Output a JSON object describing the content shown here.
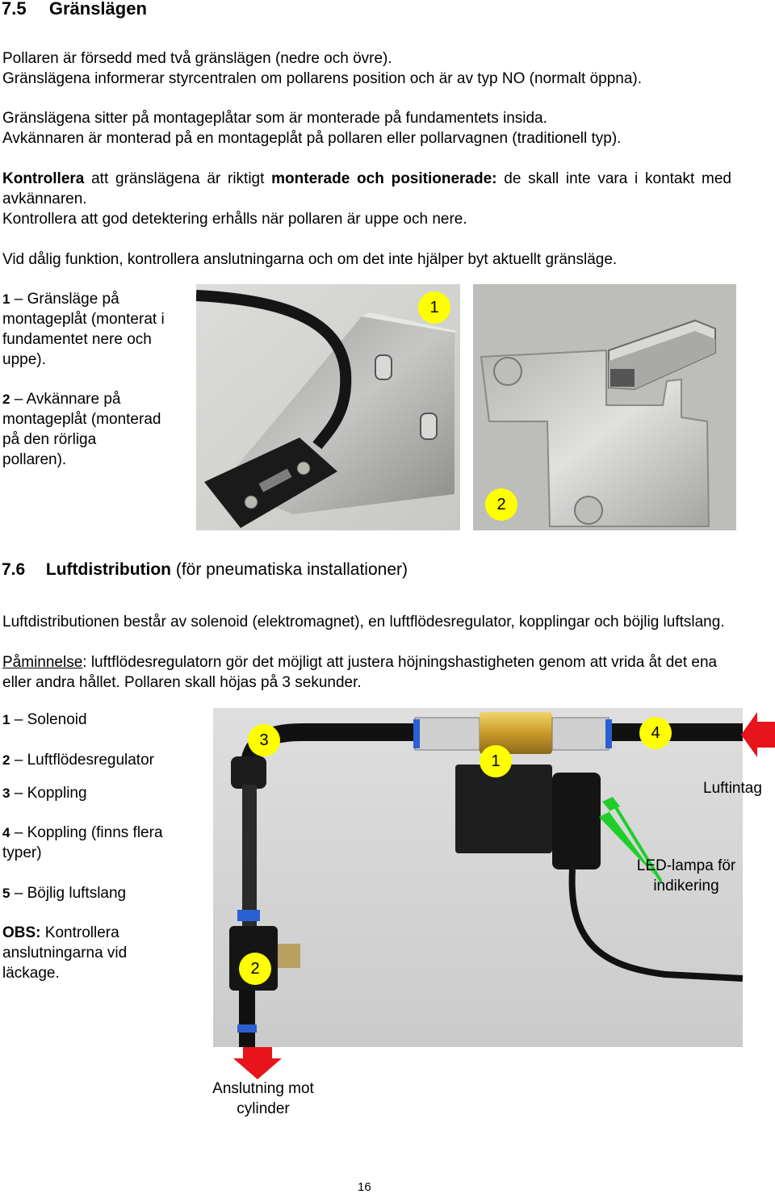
{
  "section75": {
    "number": "7.5",
    "title": "Gränslägen",
    "p1_line1": "Pollaren är försedd med två gränslägen (nedre och övre).",
    "p1_line2": "Gränslägena informerar styrcentralen om pollarens position och är av typ NO (normalt öppna).",
    "p2_line1": "Gränslägena sitter på montageplåtar som är monterade på fundamentets insida.",
    "p2_line2": "Avkännaren är monterad på en montageplåt på pollaren eller pollarvagnen (traditionell typ).",
    "p3_b1": "Kontrollera",
    "p3_t1": " att gränslägena är riktigt ",
    "p3_b2": "monterade och positionerade:",
    "p3_t2": " de skall inte vara i kontakt med avkännaren.",
    "p3_line3": "Kontrollera att god detektering erhålls när pollaren är uppe och nere.",
    "p4": "Vid dålig funktion, kontrollera anslutningarna och om det inte hjälper byt aktuellt gränsläge.",
    "legend1_num": "1",
    "legend1_text": " – Gränsläge på montageplåt (monterat i fundamentet nere och uppe).",
    "legend2_num": "2",
    "legend2_text": " – Avkännare på montageplåt (monterad på den rörliga pollaren).",
    "callout1": "1",
    "callout2": "2"
  },
  "section76": {
    "number": "7.6",
    "title": "Luftdistribution",
    "title_suffix": " (för pneumatiska installationer)",
    "p1": "Luftdistributionen består av solenoid (elektromagnet), en luftflödesregulator, kopplingar och böjlig luftslang.",
    "p2_underline": "Påminnelse",
    "p2_rest": ": luftflödesregulatorn gör det möjligt att justera höjningshastigheten genom att vrida åt det ena eller andra hållet. Pollaren skall höjas på 3 sekunder.",
    "legend": [
      {
        "num": "1",
        "text": " – Solenoid"
      },
      {
        "num": "2",
        "text": " – Luftflödesregulator"
      },
      {
        "num": "3",
        "text": " – Koppling"
      },
      {
        "num": "4",
        "text": " – Koppling (finns flera typer)"
      },
      {
        "num": "5",
        "text": " – Böjlig luftslang"
      }
    ],
    "obs_bold": "OBS:",
    "obs_text": " Kontrollera anslutningarna vid läckage.",
    "callout1": "1",
    "callout2": "2",
    "callout3": "3",
    "callout4": "4",
    "label_luftintag": "Luftintag",
    "label_led": "LED-lampa för indikering",
    "label_anslutning": "Anslutning mot cylinder"
  },
  "page_number": "16",
  "colors": {
    "callout": "#ffff00",
    "arrow_red": "#e8141c",
    "arrow_green": "#1ecf2a"
  }
}
